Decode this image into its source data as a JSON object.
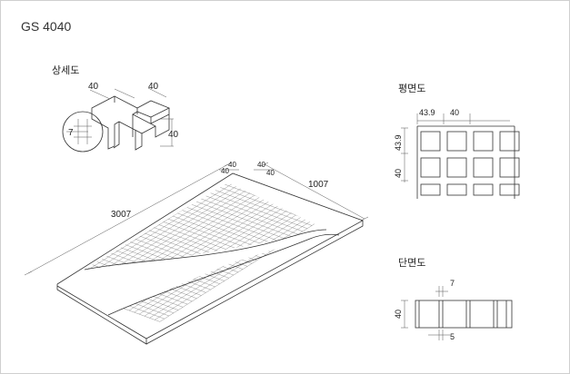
{
  "title": "GS 4040",
  "sections": {
    "detail": "상세도",
    "plan": "평면도",
    "section": "단면도"
  },
  "dims": {
    "length": "3007",
    "width": "1007",
    "pitch_a": "40",
    "pitch_b": "40",
    "pitch_c": "40",
    "pitch_d": "40",
    "detail_left": "40",
    "detail_right": "40",
    "detail_height": "40",
    "detail_thick": "7",
    "plan_h1": "43.9",
    "plan_h2": "40",
    "plan_v1": "43.9",
    "plan_v2": "40",
    "section_height": "40",
    "section_top": "7",
    "section_bottom": "5"
  },
  "colors": {
    "line": "#333333",
    "grid": "#666666"
  }
}
